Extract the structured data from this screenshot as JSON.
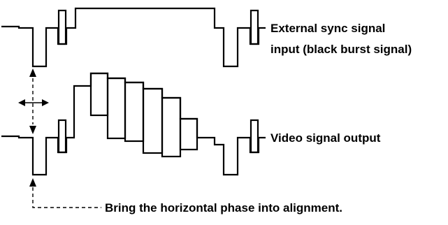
{
  "labels": {
    "external_sync_line1": "External sync signal",
    "external_sync_line2": "input (black burst signal)",
    "video_output": "Video signal output",
    "alignment_note": "Bring the horizontal phase into alignment."
  },
  "colors": {
    "stroke": "#000000",
    "background": "#ffffff"
  }
}
